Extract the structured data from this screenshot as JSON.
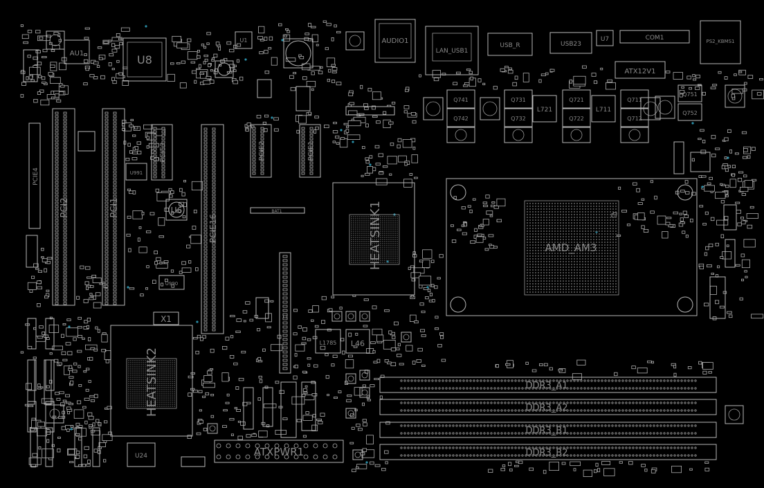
{
  "components": {
    "au1": "AU1",
    "u8": "U8",
    "u1": "U1",
    "u7": "U7",
    "u6": "U6",
    "u24": "U24",
    "u990": "U990",
    "u991": "U991",
    "x1": "X1",
    "bat1": "BAT1",
    "audio1": "AUDIO1",
    "lan_usb1": "LAN_USB1",
    "usb_r": "USB_R",
    "usb_r2": "USB23",
    "com1": "COM1",
    "ps2": "PS2_KBMS1",
    "atx12v1": "ATX12V1",
    "atxpwr1": "ATXPWR1",
    "cpu_socket": "AMD_AM3",
    "heatsink1": "HEATSINK1",
    "heatsink2": "HEATSINK2",
    "pci1": "PCI1",
    "pci2": "PCI2",
    "pcie16": "PCIE16",
    "pcie1": "PCIE1",
    "pcie2": "PCIE2",
    "pcie3": "PCIE3",
    "pcie4": "PCIE4",
    "l1785": "L1785",
    "l46": "L46",
    "l721": "L721",
    "l711": "L711",
    "q741": "Q741",
    "q742": "Q742",
    "q731": "Q731",
    "q732": "Q732",
    "q721": "Q721",
    "q722": "Q722",
    "q711": "Q711",
    "q712": "Q712",
    "q751": "Q751",
    "q752": "Q752",
    "ddr3_a1": "DDR3_A1",
    "ddr3_a2": "DDR3_A2",
    "ddr3_b1": "DDR3_B1",
    "ddr3_b2": "DDR3_B2"
  }
}
